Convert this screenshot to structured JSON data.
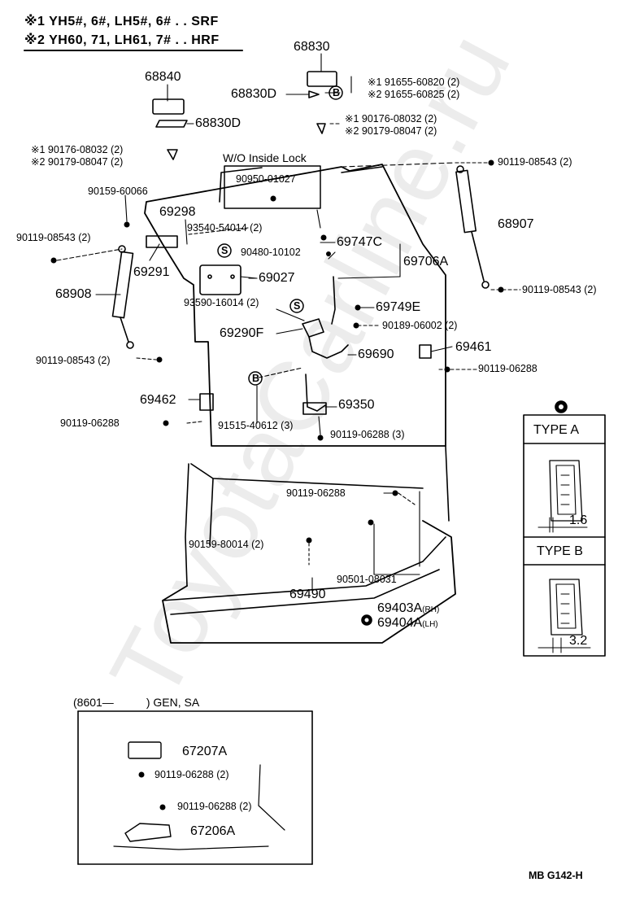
{
  "header": {
    "line1_mark": "※1",
    "line1_text": "YH5#, 6#, LH5#, 6# . . SRF",
    "line2_mark": "※2",
    "line2_text": "YH60, 71, LH61, 7# . . HRF"
  },
  "watermark": "ToyotaCarline.ru",
  "inside_lock": {
    "title": "W/O Inside Lock",
    "part": "90950-01027"
  },
  "parts": {
    "p68830": "68830",
    "p68830D_a": "68830D",
    "p68840": "68840",
    "p68830D_b": "68830D",
    "p91655_1": "※1 91655-60820 (2)",
    "p91655_2": "※2 91655-60825 (2)",
    "p90176_r1": "※1 90176-08032 (2)",
    "p90179_r2": "※2 90179-08047 (2)",
    "p90176_l1": "※1 90176-08032 (2)",
    "p90179_l2": "※2 90179-08047 (2)",
    "p90119_08543_tr": "90119-08543 (2)",
    "p90159_60066": "90159-60066",
    "p69298": "69298",
    "p93540": "93540-54014 (2)",
    "p90119_08543_l": "90119-08543 (2)",
    "p69747C": "69747C",
    "p68907": "68907",
    "p90480": "90480-10102",
    "p69706A": "69706A",
    "p69291": "69291",
    "p69027": "69027",
    "p68908": "68908",
    "p90119_08543_r2": "90119-08543 (2)",
    "p93590": "93590-16014 (2)",
    "p69749E": "69749E",
    "p90189": "90189-06002 (2)",
    "p69290F": "69290F",
    "p69461": "69461",
    "p90119_08543_bl": "90119-08543 (2)",
    "p69690": "69690",
    "p90119_06288_r": "90119-06288",
    "p69462": "69462",
    "p69350": "69350",
    "p90119_06288_l": "90119-06288",
    "p91515": "91515-40612 (3)",
    "p90119_06288_3": "90119-06288 (3)",
    "p90119_06288_m": "90119-06288",
    "p90159_80014": "90159-80014 (2)",
    "p90501": "90501-08031",
    "p69490": "69490",
    "p69403A": "69403A",
    "p69403A_side": "(RH)",
    "p69404A": "69404A",
    "p69404A_side": "(LH)"
  },
  "callouts": {
    "s1": "S",
    "s2": "S",
    "b1": "B",
    "b2": "B"
  },
  "type_a": {
    "title": "TYPE  A",
    "dim": "1.6"
  },
  "type_b": {
    "title": "TYPE  B",
    "dim": "3.2"
  },
  "inset": {
    "title_left": "(8601—",
    "title_right": ") GEN, SA",
    "p67207A": "67207A",
    "p90119_a": "90119-06288 (2)",
    "p90119_b": "90119-06288 (2)",
    "p67206A": "67206A"
  },
  "footer": {
    "code": "MB  G142-H"
  }
}
